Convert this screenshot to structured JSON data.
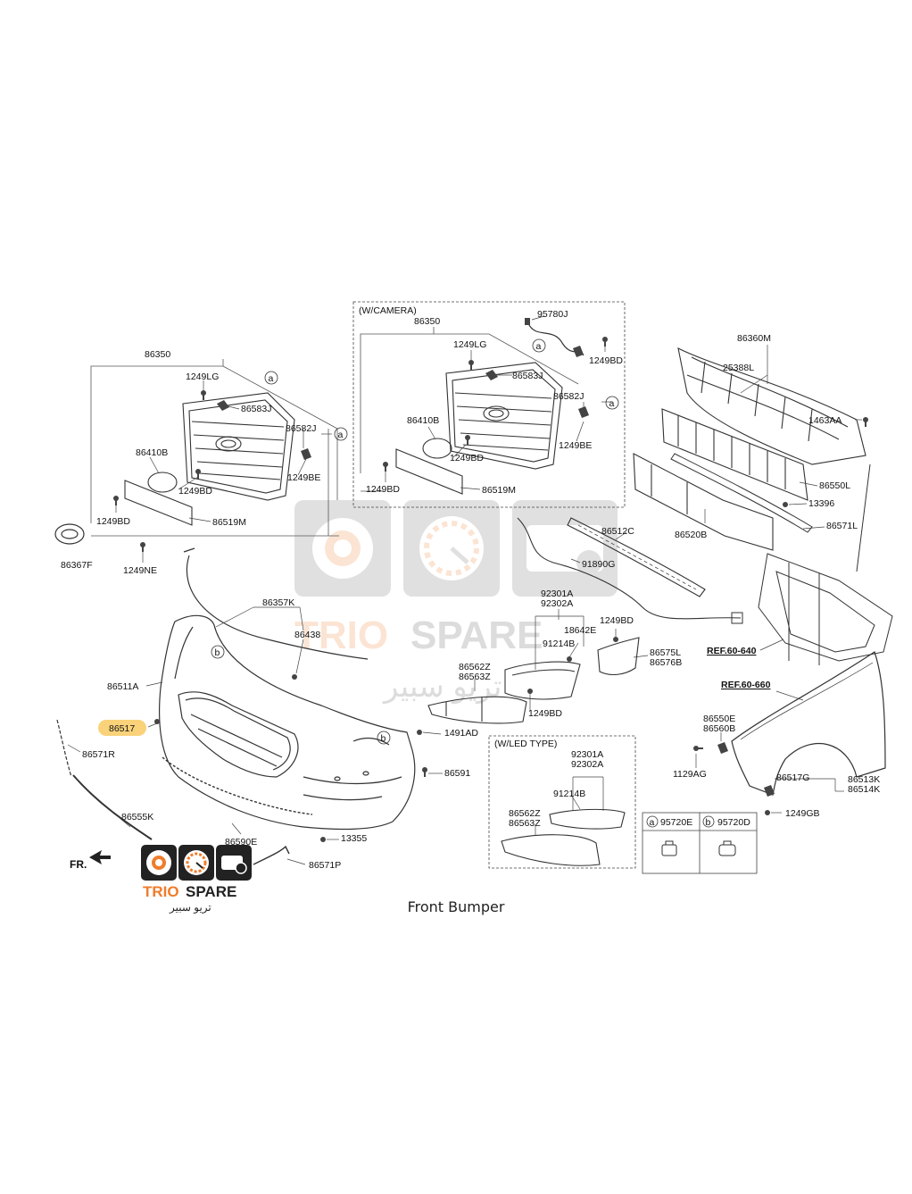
{
  "caption": "Front Bumper",
  "brand": {
    "name": "TRIO SPARE",
    "arabic": "تريو سبير",
    "colors": {
      "orange": "#f07c2a",
      "dark": "#222222",
      "highlight": "#f9d27a"
    }
  },
  "boxes": {
    "camera": "(W/CAMERA)",
    "led": "(W/LED TYPE)"
  },
  "direction": "FR.",
  "refs": {
    "ref1": "REF.60-640",
    "ref2": "REF.60-660"
  },
  "legend": {
    "a_symbol": "a",
    "a_part": "95720E",
    "b_symbol": "b",
    "b_part": "95720D"
  },
  "highlighted_part": "86517",
  "labels": {
    "l_86350": "86350",
    "l_1249LG": "1249LG",
    "l_86583J": "86583J",
    "l_86582J": "86582J",
    "l_86410B": "86410B",
    "l_1249BE": "1249BE",
    "l_1249BD_a": "1249BD",
    "l_1249BD_b": "1249BD",
    "l_86519M": "86519M",
    "l_86367F": "86367F",
    "l_1249NE": "1249NE",
    "c_86350": "86350",
    "c_95780J": "95780J",
    "c_1249LG": "1249LG",
    "c_1249BD_r": "1249BD",
    "c_86583J": "86583J",
    "c_86582J": "86582J",
    "c_86410B": "86410B",
    "c_1249BE": "1249BE",
    "c_1249BD_m": "1249BD",
    "c_1249BD_l": "1249BD",
    "c_86519M": "86519M",
    "r_86360M": "86360M",
    "r_25388L": "25388L",
    "r_1463AA": "1463AA",
    "r_86550L": "86550L",
    "r_13396": "13396",
    "r_86571L": "86571L",
    "r_86520B": "86520B",
    "m_86512C": "86512C",
    "m_91890G": "91890G",
    "m_92301A": "92301A",
    "m_92302A": "92302A",
    "m_1249BD_a": "1249BD",
    "m_18642E": "18642E",
    "m_91214B": "91214B",
    "m_86575L": "86575L",
    "m_86576B": "86576B",
    "m_86562Z": "86562Z",
    "m_86563Z": "86563Z",
    "m_1249BD_b": "1249BD",
    "b_86357K": "86357K",
    "b_86438": "86438",
    "b_86511A": "86511A",
    "b_86571R": "86571R",
    "b_1491AD": "1491AD",
    "b_86591": "86591",
    "b_86555K": "86555K",
    "b_86590E": "86590E",
    "b_13355": "13355",
    "b_86571P": "86571P",
    "led_92301A": "92301A",
    "led_92302A": "92302A",
    "led_91214B": "91214B",
    "led_86562Z": "86562Z",
    "led_86563Z": "86563Z",
    "f_86550E": "86550E",
    "f_86560B": "86560B",
    "f_1129AG": "1129AG",
    "f_86517G": "86517G",
    "f_86513K": "86513K",
    "f_86514K": "86514K",
    "f_1249GB": "1249GB"
  }
}
